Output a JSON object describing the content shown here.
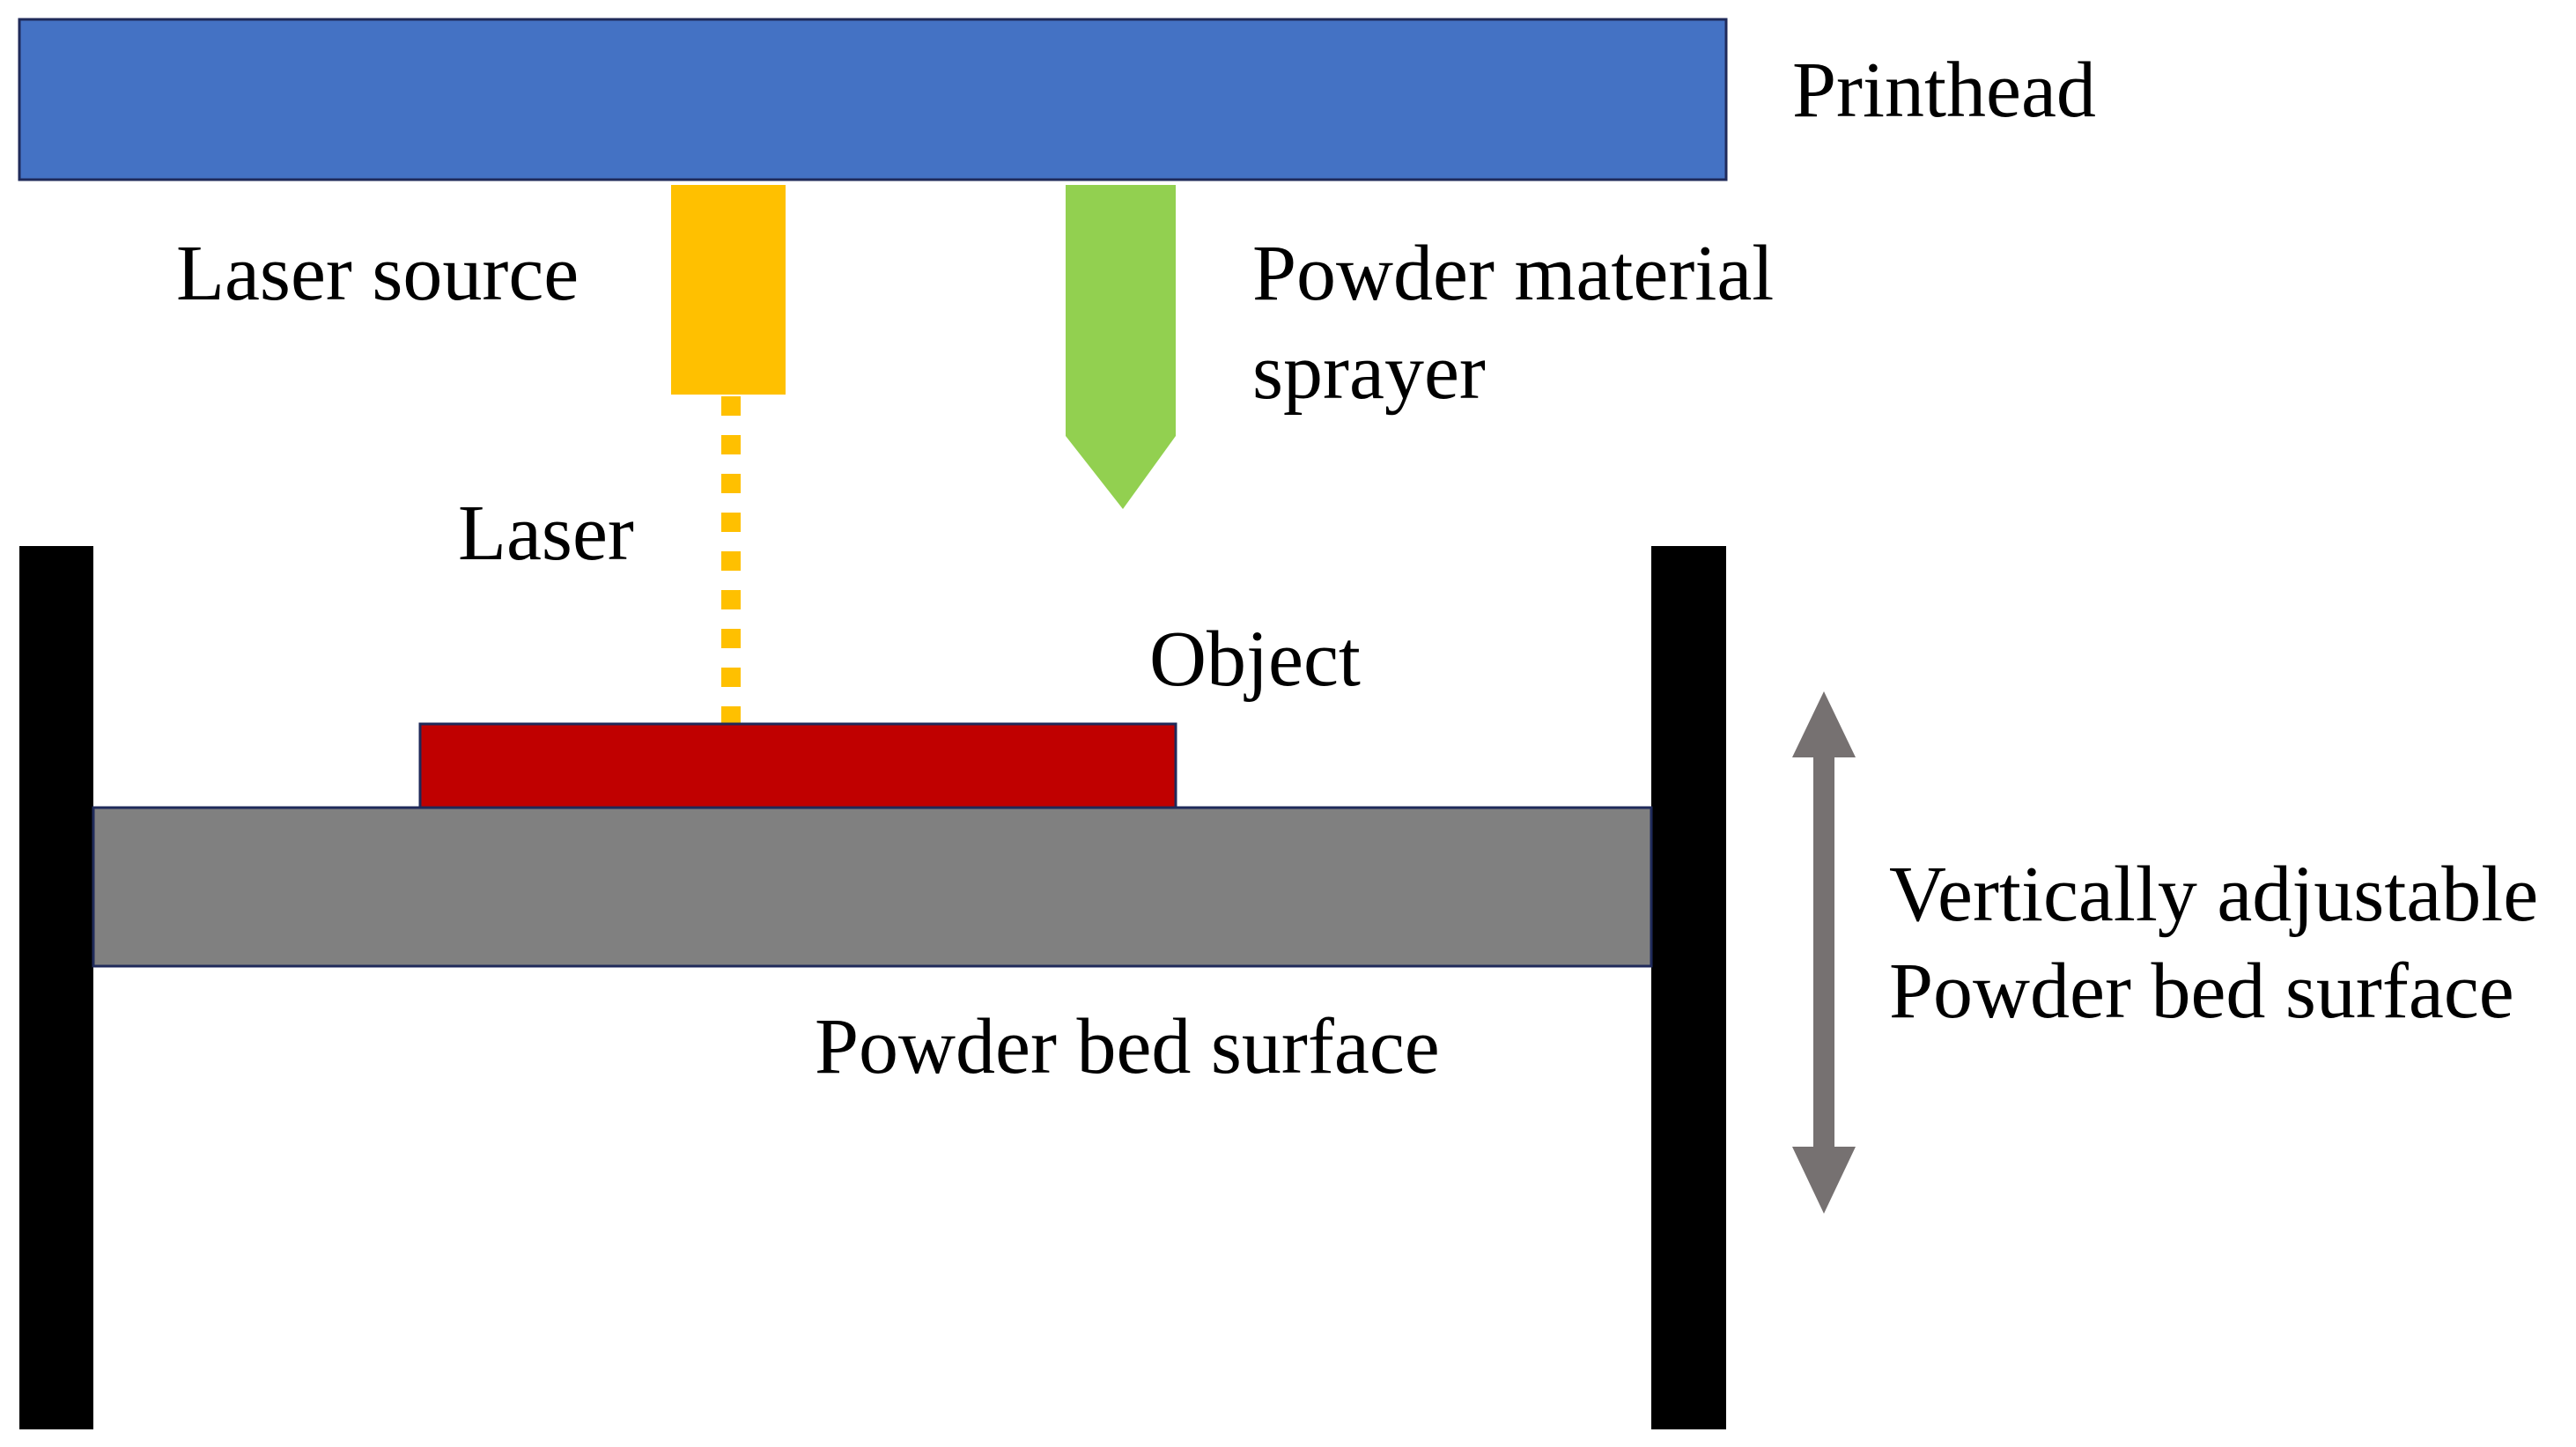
{
  "labels": {
    "printhead": "Printhead",
    "laser_source": "Laser source",
    "powder_sprayer_line1": "Powder material",
    "powder_sprayer_line2": "sprayer",
    "laser": "Laser",
    "object": "Object",
    "powder_bed_surface": "Powder bed surface",
    "adjustable_line1": "Vertically adjustable",
    "adjustable_line2": "Powder bed surface"
  },
  "colors": {
    "printhead": "#4472C4",
    "laser_source": "#FFC000",
    "laser_beam": "#FFC000",
    "powder_sprayer": "#92D050",
    "object": "#C00000",
    "powder_bed": "#808080",
    "walls": "#000000",
    "arrow": "#767171",
    "outline": "#1F2A5A"
  }
}
